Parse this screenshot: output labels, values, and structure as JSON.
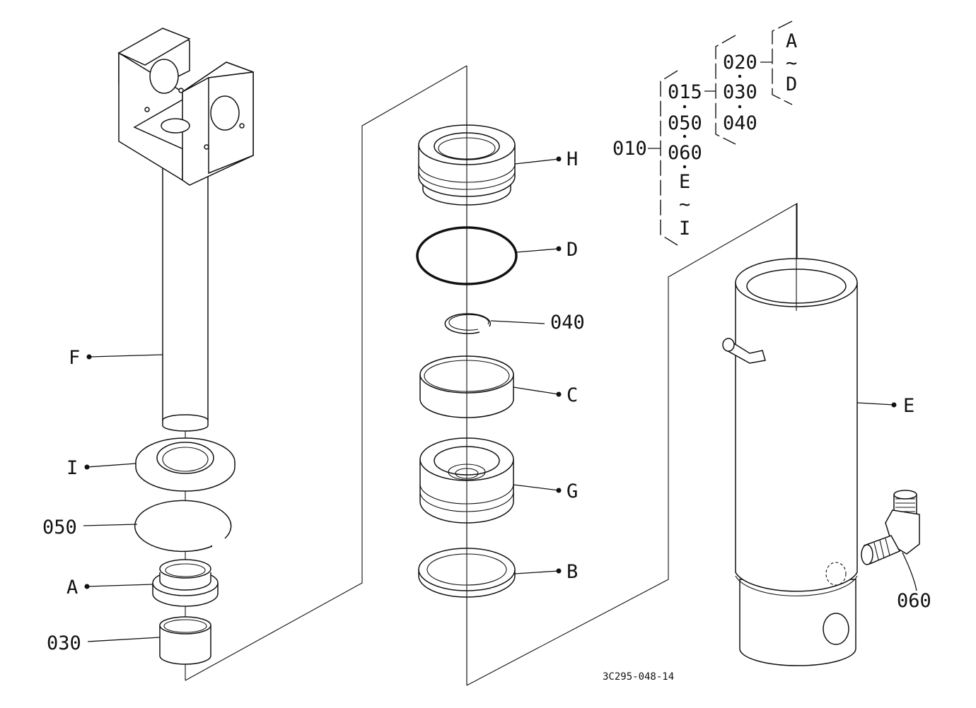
{
  "drawing_ref": "3C295-048-14",
  "callouts": {
    "F": "F",
    "I": "I",
    "p050": "050",
    "A": "A",
    "p030": "030",
    "H": "H",
    "D": "D",
    "p040": "040",
    "C": "C",
    "G": "G",
    "B": "B",
    "E": "E",
    "p060": "060"
  },
  "hierarchy": {
    "root": "010",
    "level1": [
      "015",
      "050",
      "060",
      "E",
      "~",
      "I"
    ],
    "level2": [
      "020",
      "030",
      "040"
    ],
    "level3": [
      "A",
      "~",
      "D"
    ]
  }
}
